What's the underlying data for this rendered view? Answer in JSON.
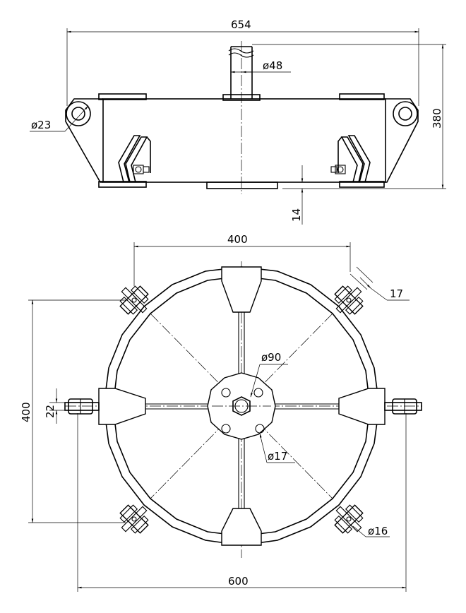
{
  "dimensions": {
    "overall_width": "654",
    "height": "380",
    "shaft_diameter": "ø48",
    "lug_hole_diameter": "ø23",
    "base_offset": "14",
    "bolt_span": "400",
    "clamp_width": "17",
    "vertical_span": "400",
    "lug_thickness": "22",
    "hub_diameter": "ø90",
    "hub_hole_diameter": "ø17",
    "bolt_diameter": "ø16",
    "ring_width": "600"
  }
}
